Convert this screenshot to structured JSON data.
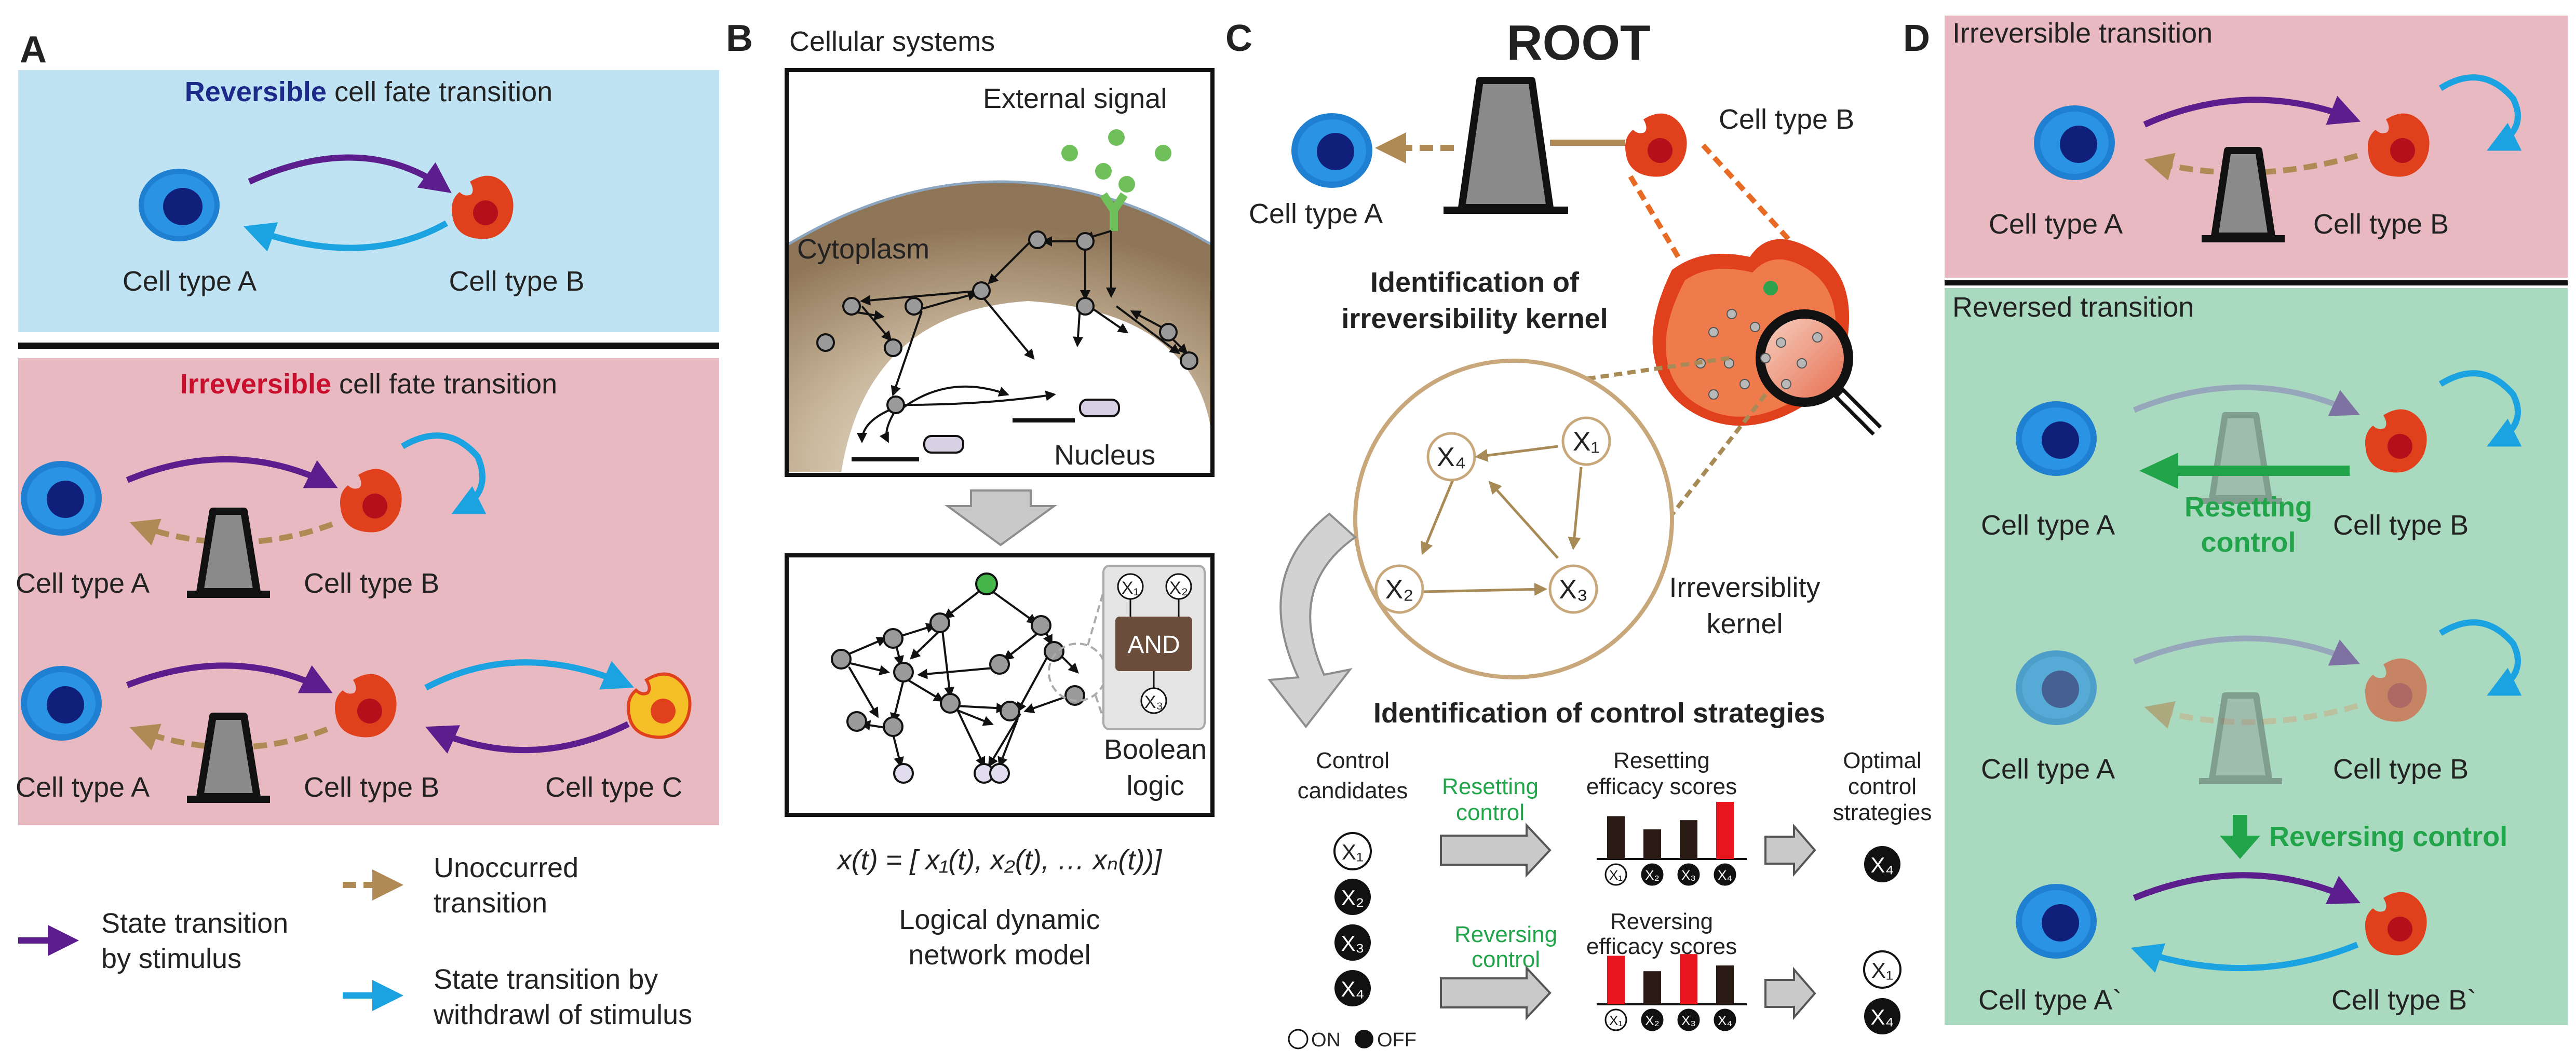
{
  "colors": {
    "blue_panel": "#bfe3f2",
    "pink_panel": "#e9b9c1",
    "green_panel": "#a9d9bf",
    "purple_arrow": "#5b1e8c",
    "blue_arrow": "#1aa3e0",
    "tan_arrow": "#b08a55",
    "cell_a": "#1f7fd0",
    "cell_b": "#e0401c",
    "cell_c": "#f5c027",
    "reversible_word": "#1c2a8a",
    "irreversible_word": "#c8102e",
    "control_green": "#22a44a",
    "bar_red": "#e8141e",
    "bar_black": "#2a1a14",
    "kernel_circle": "#c8a77a"
  },
  "panelA": {
    "letter": "A",
    "reversible_title_emph": "Reversible",
    "reversible_title_rest": " cell fate transition",
    "irreversible_title_emph": "Irreversible",
    "irreversible_title_rest": " cell fate transition",
    "cell_a": "Cell type A",
    "cell_b": "Cell type B",
    "cell_c": "Cell type C",
    "legend_stimulus_1": "State transition",
    "legend_stimulus_2": "by stimulus",
    "legend_unoccurred_1": "Unoccurred",
    "legend_unoccurred_2": "transition",
    "legend_withdrawl_1": "State transition by",
    "legend_withdrawl_2": "withdrawl of stimulus"
  },
  "panelB": {
    "letter": "B",
    "title": "Cellular systems",
    "external_signal": "External signal",
    "cytoplasm": "Cytoplasm",
    "nucleus": "Nucleus",
    "and_gate": "AND",
    "boolean_1": "Boolean",
    "boolean_2": "logic",
    "equation": "x(t) = [ x₁(t), x₂(t), … xₙ(t))]",
    "caption_1": "Logical dynamic",
    "caption_2": "network model",
    "x1": "X₁",
    "x2": "X₂",
    "x3": "X₃"
  },
  "panelC": {
    "letter": "C",
    "root": "ROOT",
    "cell_a": "Cell type A",
    "cell_b": "Cell type B",
    "ident_kernel_1": "Identification of",
    "ident_kernel_2": "irreversibility kernel",
    "kernel_label_1": "Irreversiblity",
    "kernel_label_2": "kernel",
    "nodes": [
      "X₄",
      "X₁",
      "X₂",
      "X₃"
    ],
    "ident_control": "Identification of control strategies",
    "control_candidates_1": "Control",
    "control_candidates_2": "candidates",
    "candidates": [
      "X₁",
      "X₂",
      "X₃",
      "X₄"
    ],
    "resetting_control_1": "Resetting",
    "resetting_control_2": "control",
    "reversing_control_1": "Reversing",
    "reversing_control_2": "control",
    "resetting_scores_1": "Resetting",
    "resetting_scores_2": "efficacy scores",
    "reversing_scores_1": "Reversing",
    "reversing_scores_2": "efficacy scores",
    "optimal_1": "Optimal",
    "optimal_2": "control",
    "optimal_3": "strategies",
    "resetting_scores": [
      0.75,
      0.52,
      0.68,
      1.0
    ],
    "reversing_scores": [
      0.85,
      0.58,
      0.88,
      0.68
    ],
    "resetting_optimal": [
      "X₄"
    ],
    "reversing_optimal": [
      "X₁",
      "X₄"
    ],
    "on_label": "ON",
    "off_label": "OFF"
  },
  "panelD": {
    "letter": "D",
    "irreversible_title": "Irreversible transition",
    "reversed_title": "Reversed transition",
    "cell_a": "Cell type A",
    "cell_b": "Cell type B",
    "cell_a_prime": "Cell type A`",
    "cell_b_prime": "Cell type B`",
    "resetting_1": "Resetting",
    "resetting_2": "control",
    "reversing": "Reversing control"
  }
}
